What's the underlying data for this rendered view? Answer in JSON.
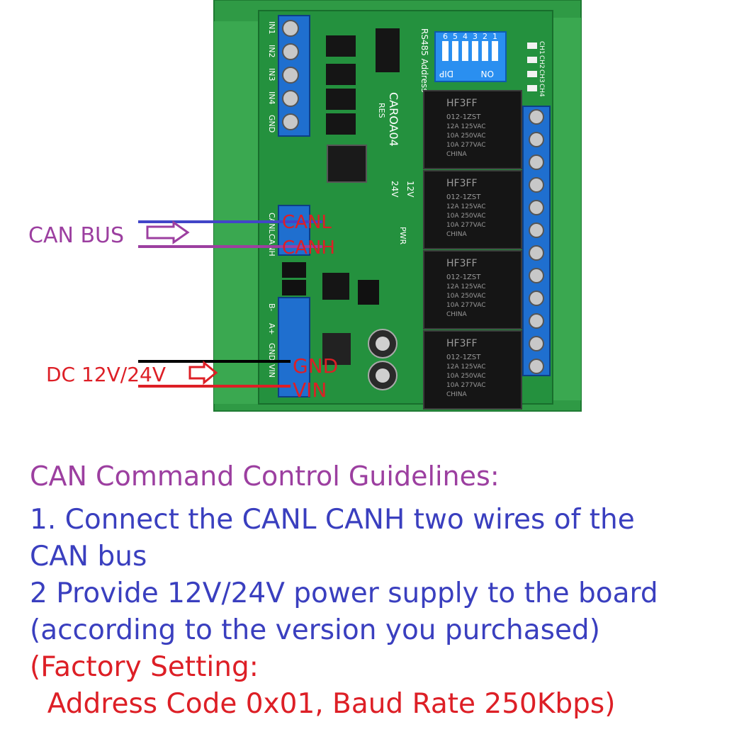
{
  "board": {
    "model": "CAROA04",
    "dip_label": "DIP",
    "dip_on": "ON",
    "dip_numbers": [
      "6",
      "5",
      "4",
      "3",
      "2",
      "1"
    ],
    "rs485_address": "RS485 Address",
    "res": "RES",
    "v12": "12V",
    "v24": "24V",
    "pwr": "PWR",
    "input_labels": [
      "IN1",
      "IN2",
      "IN3",
      "IN4",
      "GND"
    ],
    "can_labels": [
      "CANL",
      "CANH"
    ],
    "bus_labels": [
      "B-",
      "A+",
      "GND",
      "VIN"
    ],
    "relay": {
      "brand": "HF3FF",
      "part": "012-1ZST",
      "rating1": "12A 125VAC",
      "rating2": "10A 250VAC",
      "rating3": "10A 277VAC",
      "origin": "CHINA",
      "count": 4
    },
    "led_labels": [
      "CH1",
      "CH2",
      "CH3",
      "CH4"
    ]
  },
  "annotations": {
    "can_bus": "CAN BUS",
    "canl": "CANL",
    "canh": "CANH",
    "dc": "DC 12V/24V",
    "gnd": "GND",
    "vin": "VIN"
  },
  "colors": {
    "pcb": "#2f9a45",
    "pcb_dark": "#1f7a33",
    "terminal": "#1f6fcf",
    "relay": "#1a1a1a",
    "can_wire_blue": "#4245c8",
    "can_wire_purple": "#9c3fa0",
    "power_wire_red": "#dd1f26",
    "power_wire_black": "#000000"
  },
  "guidelines": {
    "title": "CAN Command Control Guidelines:",
    "step1_line1": "1. Connect the CANL CANH two wires of the",
    "step1_line2": "CAN bus",
    "step2_line1": "2 Provide 12V/24V power supply to the board",
    "step2_line2": "(according to the version you purchased)",
    "factory_line1": "(Factory Setting:",
    "factory_line2": "  Address Code 0x01, Baud Rate 250Kbps)"
  }
}
